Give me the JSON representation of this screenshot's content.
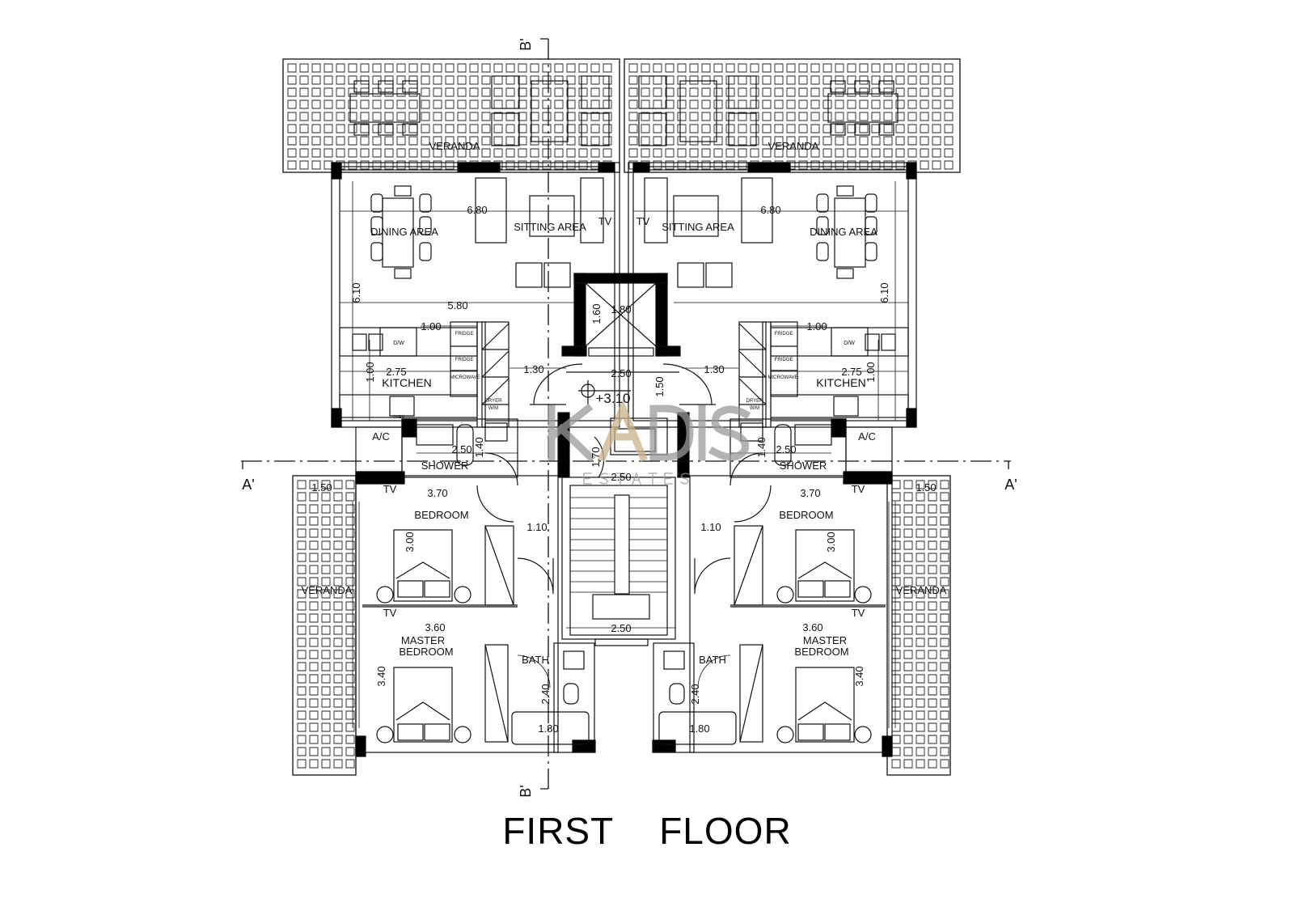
{
  "title": {
    "word1": "FIRST",
    "word2": "FLOOR"
  },
  "watermark": {
    "brand": "KADIS",
    "sub": "ESTATES",
    "accent": "#c9b48a",
    "color": "#9a9a9a"
  },
  "section_marks": {
    "a_left": "A'",
    "a_right": "A'",
    "b_top": "B'",
    "b_bottom": "B'"
  },
  "core": {
    "lift_width": "1.80",
    "lift_depth": "1.60",
    "lobby_width": "2.50",
    "lobby_depth": "1.50",
    "level": "+3.10",
    "landing_depth": "1.70",
    "landing_width": "2.50",
    "stair_width": "2.50"
  },
  "left_unit": {
    "veranda_top": "VERANDA",
    "living_width": "6.80",
    "dining": "DINING  AREA",
    "sitting": "SITTING AREA",
    "tv_living": "TV",
    "living_depth": "6.10",
    "kitchen_run": "5.80",
    "counter_dim": "1.00",
    "dishwasher": "D/W",
    "fridge1": "FRIDGE",
    "fridge2": "FRIDGE",
    "microwave": "MICROWAVE",
    "dryer": "DRYER",
    "washer": "W/M",
    "oven": "OVEN",
    "kitchen_width": "2.75",
    "kitchen": "KITCHEN",
    "kitchen_depth": "1.00",
    "corridor": "1.30",
    "ac": "A/C",
    "shower_width": "2.50",
    "shower_depth": "1.40",
    "shower": "SHOWER",
    "veranda_side_dim": "1.50",
    "tv_bedroom": "TV",
    "bedroom_width": "3.70",
    "bedroom": "BEDROOM",
    "hall_width": "1.10",
    "bedroom_depth": "3.00",
    "veranda_side": "VERANDA",
    "tv_master": "TV",
    "master_width": "3.60",
    "master1": "MASTER",
    "master2": "BEDROOM",
    "bath": "BATH",
    "master_depth": "3.40",
    "bath_depth": "2.40",
    "bath_width": "1.80"
  },
  "right_unit": {
    "veranda_top": "VERANDA",
    "living_width": "6.80",
    "dining": "DINING  AREA",
    "sitting": "SITTING AREA",
    "tv_living": "TV",
    "living_depth": "6.10",
    "counter_dim": "1.00",
    "dishwasher": "D/W",
    "fridge1": "FRIDGE",
    "fridge2": "FRIDGE",
    "microwave": "MICROWAVE",
    "dryer": "DRYER",
    "washer": "W/M",
    "kitchen_width": "2.75",
    "kitchen": "KITCHEN",
    "kitchen_depth": "1.00",
    "corridor": "1.30",
    "ac": "A/C",
    "shower_width": "2.50",
    "shower_depth": "1.40",
    "shower": "SHOWER",
    "veranda_side_dim": "1.50",
    "tv_bedroom": "TV",
    "bedroom_width": "3.70",
    "bedroom": "BEDROOM",
    "hall_width": "1.10",
    "bedroom_depth": "3.00",
    "veranda_side": "VERANDA",
    "tv_master": "TV",
    "master_width": "3.60",
    "master1": "MASTER",
    "master2": "BEDROOM",
    "bath": "BATH",
    "master_depth": "3.40",
    "bath_depth": "2.40",
    "bath_width": "1.80"
  }
}
